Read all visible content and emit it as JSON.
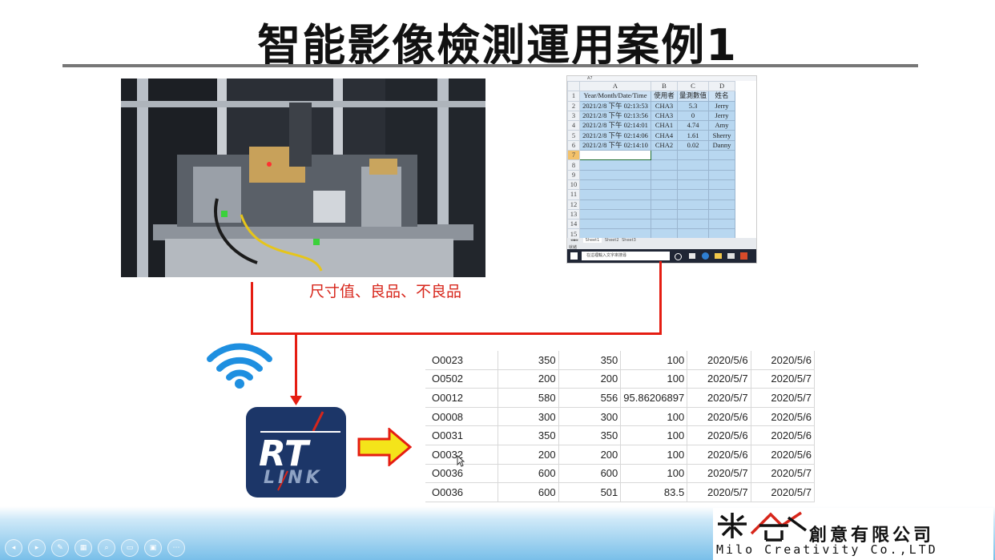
{
  "slide": {
    "title": "智能影像檢測運用案例1",
    "caption": "尺寸值、良品、不良品",
    "company": {
      "name_cn": "創意有限公司",
      "name_en": "Milo Creativity Co.,LTD"
    }
  },
  "excel": {
    "name_box": "A7",
    "col_headers": [
      "A",
      "B",
      "C",
      "D"
    ],
    "header_row": [
      "Year/Month/Date/Time",
      "使用者",
      "量測數值",
      "姓名"
    ],
    "rows": [
      [
        "2021/2/8 下午 02:13:53",
        "CHA3",
        "5.3",
        "Jerry"
      ],
      [
        "2021/2/8 下午 02:13:56",
        "CHA3",
        "0",
        "Jerry"
      ],
      [
        "2021/2/8 下午 02:14:01",
        "CHA1",
        "4.74",
        "Amy"
      ],
      [
        "2021/2/8 下午 02:14:06",
        "CHA4",
        "1.61",
        "Sherry"
      ],
      [
        "2021/2/8 下午 02:14:10",
        "CHA2",
        "0.02",
        "Danny"
      ]
    ],
    "row_numbers": [
      "1",
      "2",
      "3",
      "4",
      "5",
      "6",
      "7",
      "8",
      "9",
      "10",
      "11",
      "12",
      "13",
      "14",
      "15"
    ],
    "sheet_tabs": [
      "Sheet1",
      "Sheet2",
      "Sheet3"
    ],
    "status": "就緒",
    "taskbar_search": "在這裡輸入文字來搜尋"
  },
  "logo": {
    "line1": "RT",
    "line2": "LINK"
  },
  "data_table": {
    "rows": [
      [
        "O0023",
        "350",
        "350",
        "100",
        "2020/5/6",
        "2020/5/6"
      ],
      [
        "O0502",
        "200",
        "200",
        "100",
        "2020/5/7",
        "2020/5/7"
      ],
      [
        "O0012",
        "580",
        "556",
        "95.86206897",
        "2020/5/7",
        "2020/5/7"
      ],
      [
        "O0008",
        "300",
        "300",
        "100",
        "2020/5/6",
        "2020/5/6"
      ],
      [
        "O0031",
        "350",
        "350",
        "100",
        "2020/5/6",
        "2020/5/6"
      ],
      [
        "O0032",
        "200",
        "200",
        "100",
        "2020/5/6",
        "2020/5/6"
      ],
      [
        "O0036",
        "600",
        "600",
        "100",
        "2020/5/7",
        "2020/5/7"
      ],
      [
        "O0036",
        "600",
        "501",
        "83.5",
        "2020/5/7",
        "2020/5/7"
      ]
    ]
  },
  "colors": {
    "accent_red": "#e51d12",
    "wifi_blue": "#1e8fe0",
    "logo_navy": "#1c3668",
    "excel_blue": "#b8d7f0"
  },
  "player_controls": [
    "prev-icon",
    "next-icon",
    "pen-icon",
    "grid-icon",
    "zoom-icon",
    "subtitle-icon",
    "caption-icon",
    "more-icon"
  ]
}
